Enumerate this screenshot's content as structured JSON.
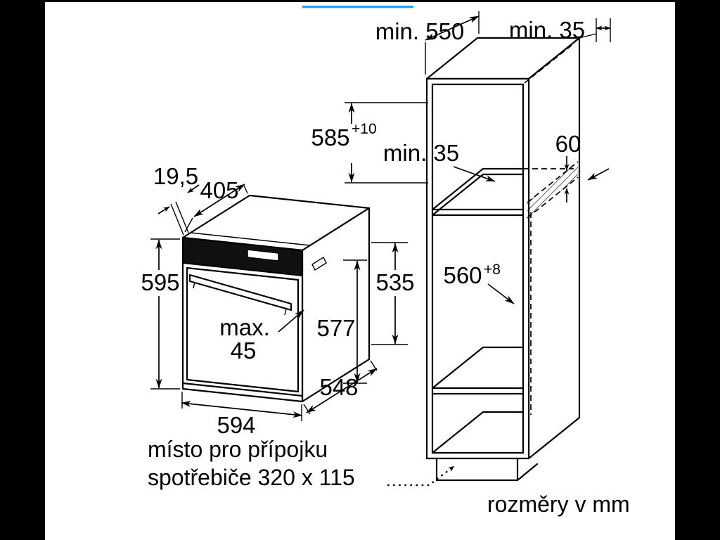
{
  "ui": {
    "letterbox_color": "#000000",
    "paper_color": "#ffffff",
    "ink_color": "#000000",
    "accent_blue": "#28a1e6",
    "progress_line": "top-blue-line"
  },
  "oven_dims": {
    "lip": "19,5",
    "top_depth": "405",
    "height": "595",
    "rear_height": "535",
    "door_height": "577",
    "width": "594",
    "depth": "548",
    "handle_line1": "max.",
    "handle_line2": "45"
  },
  "cabinet_dims": {
    "depth": "min. 550",
    "rear_wall_gap": "min. 35",
    "niche_height": "585",
    "niche_height_tol": "+10",
    "vent_clearance": "min. 35",
    "vent_width": "60",
    "niche_depth": "560",
    "niche_depth_tol": "+8"
  },
  "notes": {
    "connection_space_line1": "místo pro přípojku",
    "connection_space_line2": "spotřebiče 320 x 115",
    "units": "rozměry v mm"
  }
}
